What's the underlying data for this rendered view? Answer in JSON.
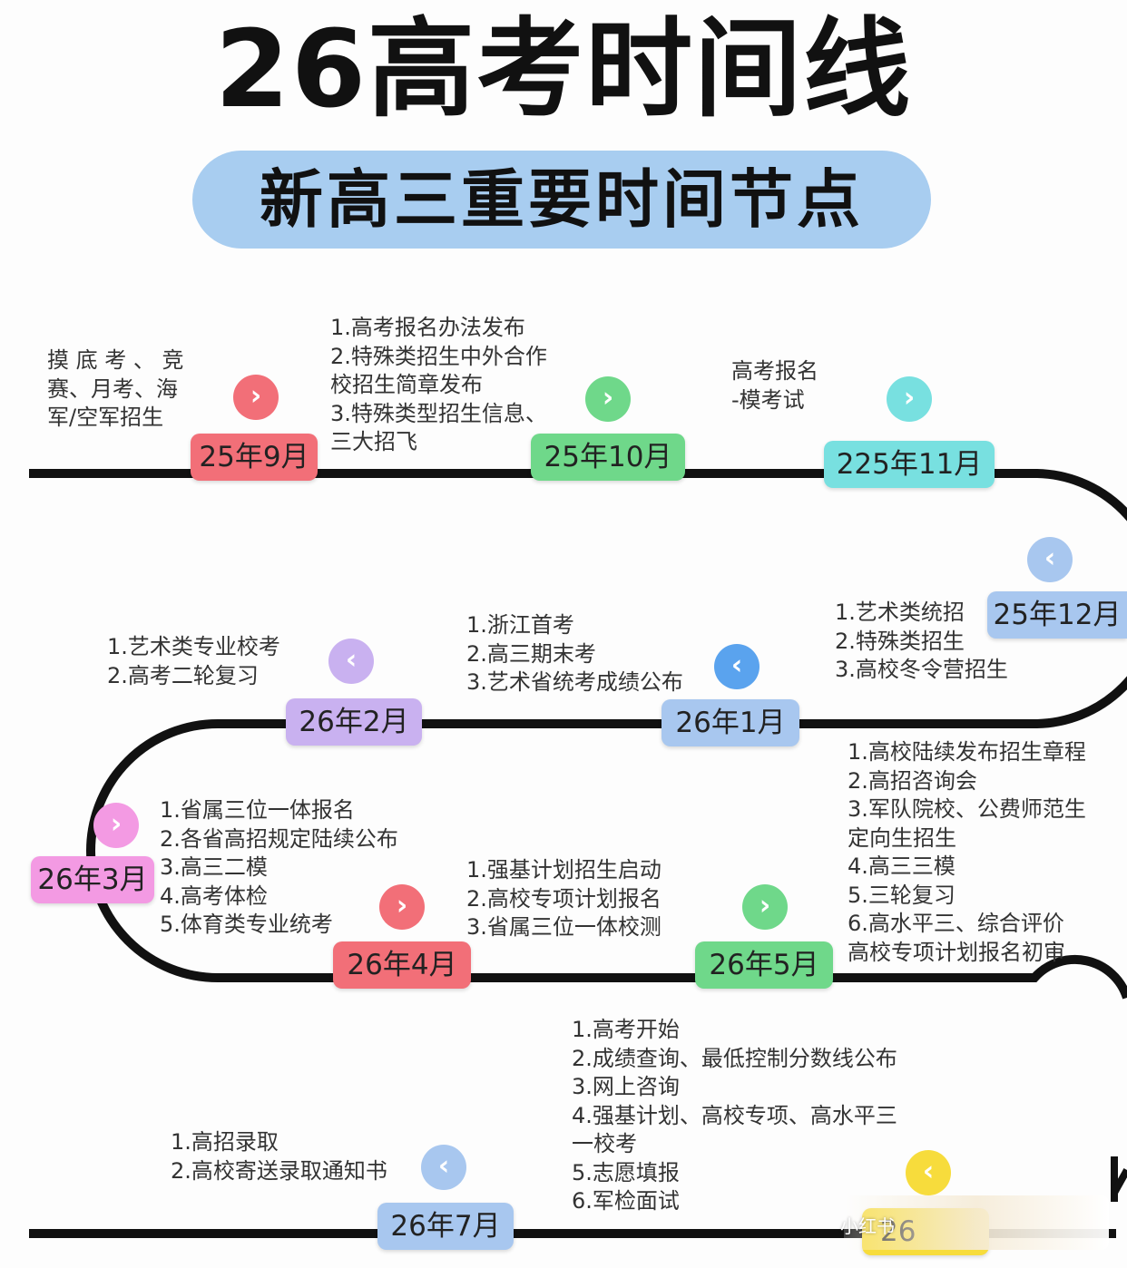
{
  "title": "26高考时间线",
  "subtitle": "新高三重要时间节点",
  "colors": {
    "track": "#111111",
    "red": "#f26f78",
    "green": "#6fd88a",
    "cyan": "#78e0e0",
    "blue": "#a8c7ef",
    "purple": "#c9b1f0",
    "pink": "#f39ae3",
    "yellow": "#f7dc3c"
  },
  "milestones": [
    {
      "label": "25年9月",
      "icon": "chevron-right-icon",
      "notes": [
        "摸 底 考 、 竞",
        "赛、月考、海",
        "军/空军招生"
      ]
    },
    {
      "label": "25年10月",
      "icon": "chevron-right-icon",
      "notes": [
        "1.高考报名办法发布",
        "2.特殊类招生中外合作",
        "校招生简章发布",
        "3.特殊类型招生信息、",
        "三大招飞"
      ]
    },
    {
      "label": "225年11月",
      "icon": "chevron-right-icon",
      "notes": [
        "高考报名",
        "-模考试"
      ]
    },
    {
      "label": "25年12月",
      "icon": "chevron-left-icon",
      "notes": [
        "1.艺术类统招",
        "2.特殊类招生",
        "3.高校冬令营招生"
      ]
    },
    {
      "label": "26年1月",
      "icon": "chevron-left-icon",
      "notes": [
        "1.浙江首考",
        "2.高三期末考",
        "3.艺术省统考成绩公布"
      ]
    },
    {
      "label": "26年2月",
      "icon": "chevron-left-icon",
      "notes": [
        "1.艺术类专业校考",
        "2.高考二轮复习"
      ]
    },
    {
      "label": "26年3月",
      "icon": "chevron-right-icon",
      "notes": [
        "1.省属三位一体报名",
        "2.各省高招规定陆续公布",
        "3.高三二模",
        "4.高考体检",
        "5.体育类专业统考"
      ]
    },
    {
      "label": "26年4月",
      "icon": "chevron-right-icon",
      "notes": [
        "1.强基计划招生启动",
        "2.高校专项计划报名",
        "3.省属三位一体校测"
      ]
    },
    {
      "label": "26年5月",
      "icon": "chevron-right-icon",
      "notes": [
        "1.高校陆续发布招生章程",
        "2.高招咨询会",
        "3.军队院校、公费师范生",
        "定向生招生",
        "4.高三三模",
        "5.三轮复习",
        "6.高水平三、综合评价",
        "高校专项计划报名初审"
      ]
    },
    {
      "label": "26",
      "icon": "chevron-left-icon",
      "notes": [
        "1.高考开始",
        "2.成绩查询、最低控制分数线公布",
        "3.网上咨询",
        "4.强基计划、高校专项、高水平三",
        "一校考",
        "5.志愿填报",
        "6.军检面试"
      ]
    },
    {
      "label": "26年7月",
      "icon": "chevron-left-icon",
      "notes": [
        "1.高招录取",
        "2.高校寄送录取通知书"
      ]
    }
  ],
  "watermark": "小红书"
}
